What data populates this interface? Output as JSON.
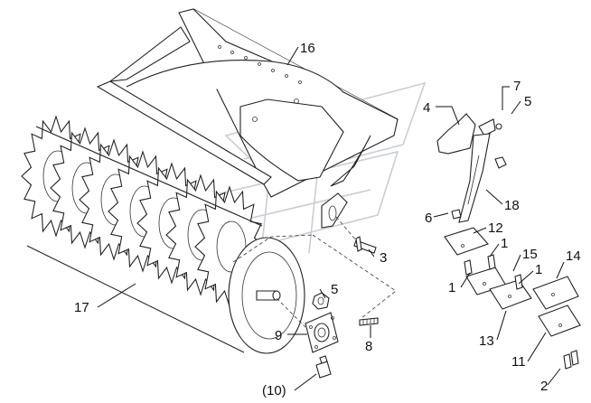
{
  "callouts": {
    "c1": "16",
    "c2": "7",
    "c3": "5",
    "c4": "4",
    "c5": "18",
    "c6": "6",
    "c7": "12",
    "c8": "1",
    "c9": "15",
    "c10": "1",
    "c11": "1",
    "c12": "14",
    "c13": "3",
    "c14": "17",
    "c15": "5",
    "c16": "8",
    "c17": "9",
    "c18": "13",
    "c19": "11",
    "c20": "2",
    "c21": "(10)"
  }
}
